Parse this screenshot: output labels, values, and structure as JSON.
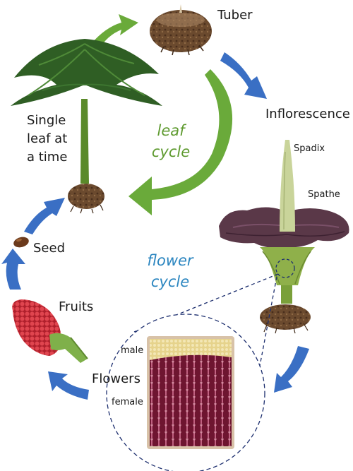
{
  "labels": {
    "tuber": "Tuber",
    "inflorescence": "Inflorescence",
    "spadix": "Spadix",
    "spathe": "Spathe",
    "single_leaf_line1": "Single",
    "single_leaf_line2": "leaf at",
    "single_leaf_line3": "a time",
    "seed": "Seed",
    "fruits": "Fruits",
    "flowers": "Flowers",
    "male": "male",
    "female": "female"
  },
  "cycles": {
    "leaf_line1": "leaf",
    "leaf_line2": "cycle",
    "flower_line1": "flower",
    "flower_line2": "cycle"
  },
  "colors": {
    "leaf_arrow": "#6aaa3a",
    "flower_arrow": "#3a6fc4",
    "leaf_text": "#5e9a2f",
    "flower_text": "#2c86c0",
    "tuber": "#6b4a2e",
    "spathe": "#5a3848",
    "spadix": "#c9d49a",
    "fruit": "#d63a44",
    "female_flowers": "#8b2040",
    "male_flowers": "#e8d89a",
    "dashed_outline": "#1c2e6e"
  }
}
